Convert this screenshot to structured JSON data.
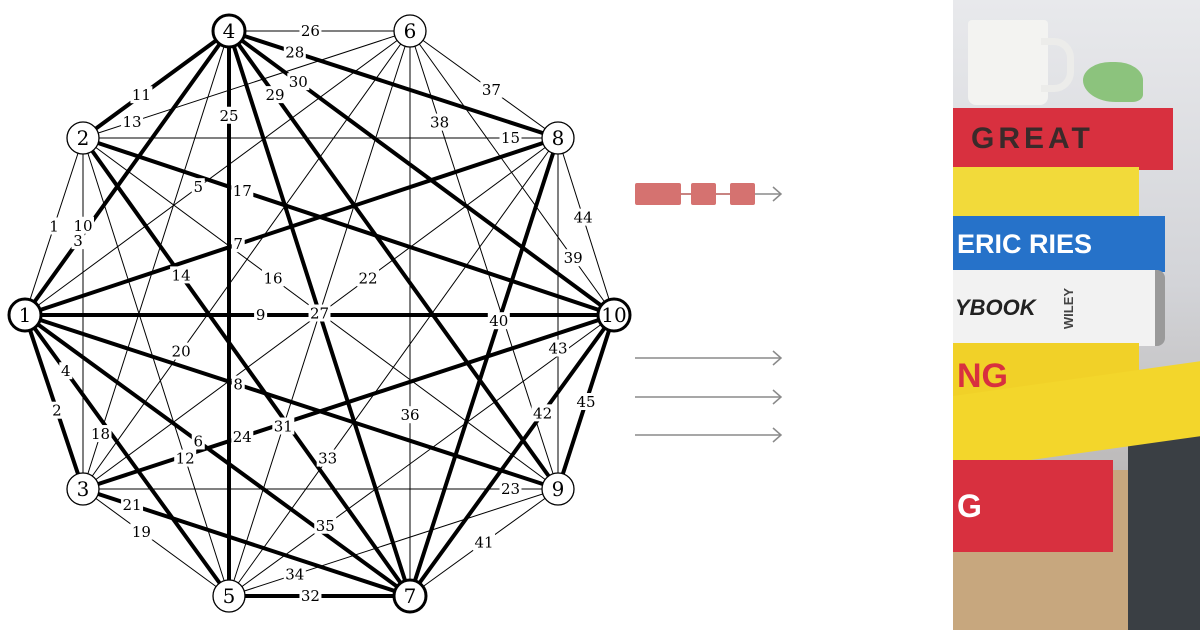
{
  "graph": {
    "nodes": [
      {
        "id": "1",
        "label": "1",
        "bold": true
      },
      {
        "id": "2",
        "label": "2",
        "bold": false
      },
      {
        "id": "3",
        "label": "3",
        "bold": false
      },
      {
        "id": "4",
        "label": "4",
        "bold": true
      },
      {
        "id": "5",
        "label": "5",
        "bold": false
      },
      {
        "id": "6",
        "label": "6",
        "bold": false
      },
      {
        "id": "7",
        "label": "7",
        "bold": true
      },
      {
        "id": "8",
        "label": "8",
        "bold": false
      },
      {
        "id": "9",
        "label": "9",
        "bold": false
      },
      {
        "id": "10",
        "label": "10",
        "bold": true
      }
    ],
    "edges": [
      {
        "label": "1",
        "from": "1",
        "to": "2",
        "thick": false
      },
      {
        "label": "2",
        "from": "1",
        "to": "3",
        "thick": true
      },
      {
        "label": "3",
        "from": "1",
        "to": "4",
        "thick": true
      },
      {
        "label": "4",
        "from": "1",
        "to": "5",
        "thick": true
      },
      {
        "label": "5",
        "from": "1",
        "to": "6",
        "thick": false
      },
      {
        "label": "6",
        "from": "1",
        "to": "7",
        "thick": true
      },
      {
        "label": "7",
        "from": "1",
        "to": "8",
        "thick": true
      },
      {
        "label": "8",
        "from": "1",
        "to": "9",
        "thick": true
      },
      {
        "label": "9",
        "from": "1",
        "to": "10",
        "thick": true
      },
      {
        "label": "10",
        "from": "2",
        "to": "3",
        "thick": false
      },
      {
        "label": "11",
        "from": "2",
        "to": "4",
        "thick": true
      },
      {
        "label": "12",
        "from": "2",
        "to": "5",
        "thick": false
      },
      {
        "label": "13",
        "from": "2",
        "to": "6",
        "thick": false
      },
      {
        "label": "14",
        "from": "2",
        "to": "7",
        "thick": true
      },
      {
        "label": "15",
        "from": "2",
        "to": "8",
        "thick": false
      },
      {
        "label": "16",
        "from": "2",
        "to": "9",
        "thick": false
      },
      {
        "label": "17",
        "from": "2",
        "to": "10",
        "thick": true
      },
      {
        "label": "18",
        "from": "3",
        "to": "4",
        "thick": false
      },
      {
        "label": "19",
        "from": "3",
        "to": "5",
        "thick": false
      },
      {
        "label": "20",
        "from": "3",
        "to": "6",
        "thick": false
      },
      {
        "label": "21",
        "from": "3",
        "to": "7",
        "thick": true
      },
      {
        "label": "22",
        "from": "3",
        "to": "8",
        "thick": false
      },
      {
        "label": "23",
        "from": "3",
        "to": "9",
        "thick": false
      },
      {
        "label": "24",
        "from": "3",
        "to": "10",
        "thick": true
      },
      {
        "label": "25",
        "from": "4",
        "to": "5",
        "thick": true
      },
      {
        "label": "26",
        "from": "4",
        "to": "6",
        "thick": false
      },
      {
        "label": "27",
        "from": "4",
        "to": "7",
        "thick": true
      },
      {
        "label": "28",
        "from": "4",
        "to": "8",
        "thick": true
      },
      {
        "label": "29",
        "from": "4",
        "to": "9",
        "thick": true
      },
      {
        "label": "30",
        "from": "4",
        "to": "10",
        "thick": true
      },
      {
        "label": "31",
        "from": "5",
        "to": "6",
        "thick": false
      },
      {
        "label": "32",
        "from": "5",
        "to": "7",
        "thick": true
      },
      {
        "label": "33",
        "from": "5",
        "to": "8",
        "thick": false
      },
      {
        "label": "34",
        "from": "5",
        "to": "9",
        "thick": false
      },
      {
        "label": "35",
        "from": "5",
        "to": "10",
        "thick": false
      },
      {
        "label": "36",
        "from": "6",
        "to": "7",
        "thick": false
      },
      {
        "label": "37",
        "from": "6",
        "to": "8",
        "thick": false
      },
      {
        "label": "38",
        "from": "6",
        "to": "9",
        "thick": false
      },
      {
        "label": "39",
        "from": "6",
        "to": "10",
        "thick": false
      },
      {
        "label": "40",
        "from": "7",
        "to": "8",
        "thick": true
      },
      {
        "label": "41",
        "from": "7",
        "to": "9",
        "thick": false
      },
      {
        "label": "42",
        "from": "7",
        "to": "10",
        "thick": true
      },
      {
        "label": "43",
        "from": "8",
        "to": "9",
        "thick": false
      },
      {
        "label": "44",
        "from": "8",
        "to": "10",
        "thick": false
      },
      {
        "label": "45",
        "from": "9",
        "to": "10",
        "thick": true
      }
    ]
  },
  "arrow_panel": {
    "block_color": "#d57270",
    "arrow_color": "#8a8a8a",
    "block_rows": 1,
    "plain_arrows": 3
  },
  "books_photo": {
    "titles": [
      {
        "text": "GREAT",
        "cover": "#d8303f",
        "ink": "#3a2a2a"
      },
      {
        "text": "",
        "cover": "#f2da3a",
        "ink": "#222222"
      },
      {
        "text": "ERIC RIES",
        "cover": "#2672c9",
        "ink": "#ffffff"
      },
      {
        "text": "YBOOK",
        "cover": "#f2f2f2",
        "ink": "#222222"
      },
      {
        "text": "WILEY",
        "cover": "#f2f2f2",
        "ink": "#444444"
      },
      {
        "text": "NG",
        "cover": "#f1d128",
        "ink": "#d8303f"
      },
      {
        "text": "G",
        "cover": "#d8303f",
        "ink": "#ffffff"
      }
    ]
  }
}
